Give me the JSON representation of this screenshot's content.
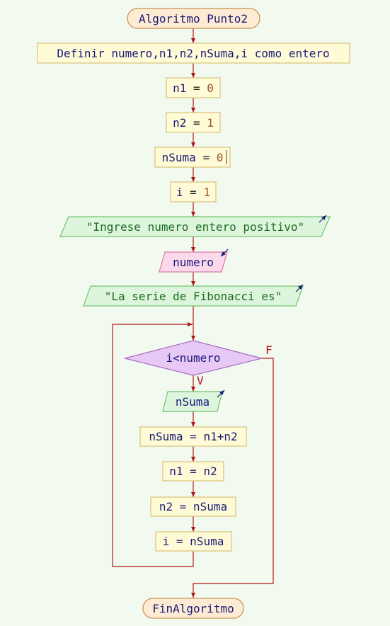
{
  "colors": {
    "background": "#f2f9ef",
    "arrow": "#b01818",
    "process_fill": "#fffbd6",
    "process_stroke": "#d9c27a",
    "terminal_fill": "#fdebd3",
    "terminal_stroke": "#c9904e",
    "io_fill": "#dcf5dc",
    "io_stroke": "#6fc46f",
    "input_fill": "#fbd8ea",
    "input_stroke": "#d87aa8",
    "decision_fill": "#e8c8f5",
    "decision_stroke": "#a86cc8",
    "keyword_text": "#1a1a7a",
    "number_text": "#a0522d",
    "string_text": "#1f6b1f",
    "io_arrow_icon": "#1a1a7a"
  },
  "flowchart": {
    "start": {
      "label": "Algoritmo Punto2"
    },
    "define": {
      "keyword": "Definir",
      "vars": "numero,n1,n2,nSuma,i",
      "kw2": "como",
      "type": "entero"
    },
    "assign_n1": {
      "var": "n1",
      "op": "=",
      "value": "0"
    },
    "assign_n2": {
      "var": "n2",
      "op": "=",
      "value": "1"
    },
    "assign_nsuma": {
      "var": "nSuma",
      "op": "=",
      "value": "0"
    },
    "assign_i": {
      "var": "i",
      "op": "=",
      "value": "1"
    },
    "output_prompt": {
      "text": "\"Ingrese numero entero positivo\""
    },
    "input_numero": {
      "text": "numero"
    },
    "output_series": {
      "text": "\"La serie de Fibonacci es\""
    },
    "loop_condition": {
      "text": "i<numero",
      "true_label": "V",
      "false_label": "F"
    },
    "output_nsuma": {
      "text": "nSuma"
    },
    "calc_nsuma": {
      "text": "nSuma = n1+n2"
    },
    "calc_n1": {
      "text": "n1 = n2"
    },
    "calc_n2": {
      "text": "n2 = nSuma"
    },
    "calc_i": {
      "text": "i = nSuma"
    },
    "end": {
      "label": "FinAlgoritmo"
    }
  }
}
